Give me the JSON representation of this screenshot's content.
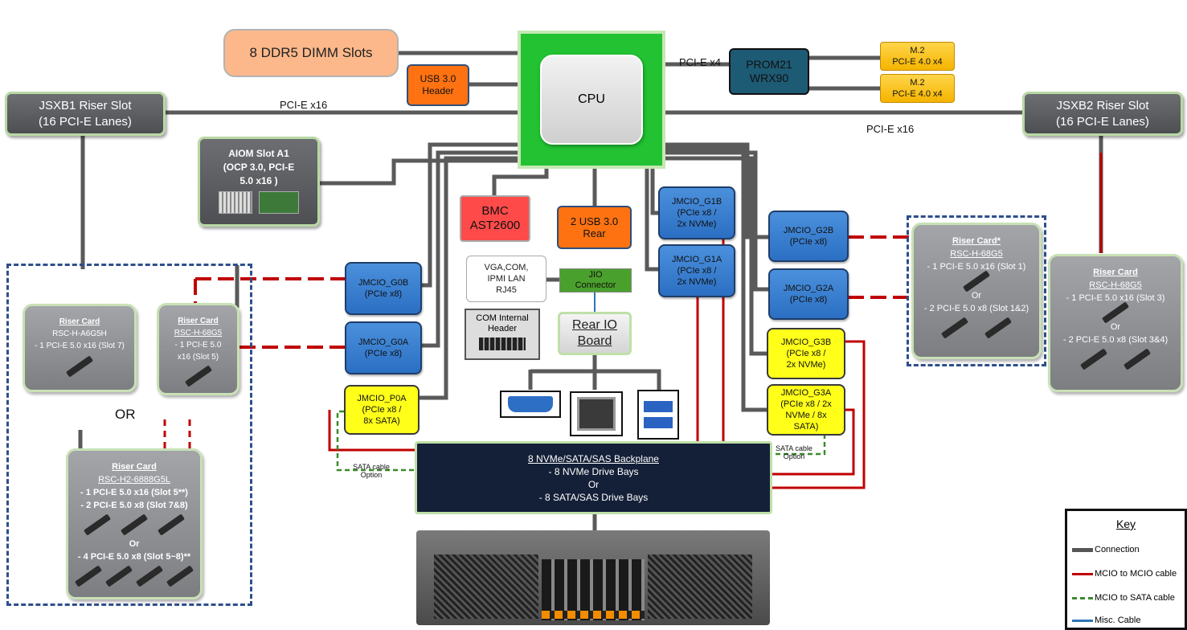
{
  "cpu": {
    "label": "CPU"
  },
  "dimm": {
    "label": "8 DDR5 DIMM Slots"
  },
  "usb_header": {
    "label": "USB 3.0 Header"
  },
  "prom": {
    "line1": "PROM21",
    "line2": "WRX90"
  },
  "m2": [
    {
      "line1": "M.2",
      "line2": "PCI-E 4.0 x4"
    },
    {
      "line1": "M.2",
      "line2": "PCI-E 4.0 x4"
    }
  ],
  "jsxb1": {
    "line1": "JSXB1 Riser Slot",
    "line2": "(16 PCI-E Lanes)"
  },
  "jsxb2": {
    "line1": "JSXB2 Riser Slot",
    "line2": "(16 PCI-E Lanes)"
  },
  "links": {
    "pcie_x16_left": "PCI-E x16",
    "pcie_x16_right": "PCI-E x16",
    "pcie_x4": "PCI-E x4"
  },
  "aiom": {
    "line1": "AIOM Slot A1",
    "line2": "(OCP 3.0, PCI-E",
    "line3": "5.0 x16 )"
  },
  "bmc": {
    "line1": "BMC",
    "line2": "AST2600"
  },
  "usb_rear": {
    "line1": "2 USB 3.0",
    "line2": "Rear"
  },
  "vga": {
    "line1": "VGA,COM,",
    "line2": "IPMI LAN",
    "line3": "RJ45"
  },
  "jio": {
    "line1": "JIO",
    "line2": "Connector"
  },
  "com_header": {
    "line1": "COM Internal",
    "line2": "Header"
  },
  "rear_io": {
    "line1": "Rear IO",
    "line2": "Board"
  },
  "jmcio": {
    "g0b": {
      "name": "JMCIO_G0B",
      "desc": "(PCIe x8)"
    },
    "g0a": {
      "name": "JMCIO_G0A",
      "desc": "(PCIe x8)"
    },
    "p0a": {
      "name": "JMCIO_P0A",
      "line2": "(PCIe x8 /",
      "line3": "8x SATA)"
    },
    "g1b": {
      "name": "JMCIO_G1B",
      "line2": "(PCIe x8 /",
      "line3": "2x NVMe)"
    },
    "g1a": {
      "name": "JMCIO_G1A",
      "line2": "(PCIe x8 /",
      "line3": "2x NVMe)"
    },
    "g2b": {
      "name": "JMCIO_G2B",
      "desc": "(PCIe x8)"
    },
    "g2a": {
      "name": "JMCIO_G2A",
      "desc": "(PCIe x8)"
    },
    "g3b": {
      "name": "JMCIO_G3B",
      "line2": "(PCIe x8 /",
      "line3": "2x NVMe)"
    },
    "g3a": {
      "name": "JMCIO_G3A",
      "line2": "(PCIe x8 / 2x",
      "line3": "NVMe / 8x",
      "line4": "SATA)"
    }
  },
  "backplane": {
    "line1": "8 NVMe/SATA/SAS Backplane",
    "line2": "-   8 NVMe Drive Bays",
    "line3": "Or",
    "line4": "-   8 SATA/SAS Drive Bays"
  },
  "sata_opt_left": {
    "line1": "SATA cable",
    "line2": "Option"
  },
  "sata_opt_right": {
    "line1": "SATA cable",
    "line2": "Option"
  },
  "or_label": "OR",
  "riser_a6g5h": {
    "title": "Riser Card",
    "model": "RSC-H-A6G5H",
    "line1": "-   1 PCI-E 5.0 x16 (Slot 7)"
  },
  "riser_68g5_left": {
    "title": "Riser Card",
    "model": "RSC-H-68G5",
    "line1": "- 1 PCI-E 5.0",
    "line2": "x16 (Slot 5)"
  },
  "riser_6888": {
    "title": "Riser Card",
    "model": "RSC-H2-6888G5L",
    "line1": "-   1 PCI-E 5.0 x16 (Slot 5**)",
    "line2": "-   2 PCI-E 5.0 x8 (Slot 7&8)",
    "or": "Or",
    "line3": "-   4 PCI-E 5.0 x8 (Slot 5~8)**"
  },
  "riser_68g5_mid": {
    "title": "Riser Card*",
    "model": "RSC-H-68G5",
    "line1": "-   1 PCI-E 5.0 x16 (Slot 1)",
    "or": "Or",
    "line2": "-   2 PCI-E 5.0 x8 (Slot 1&2)"
  },
  "riser_68g5_right": {
    "title": "Riser Card",
    "model": "RSC-H-68G5",
    "line1": "-   1 PCI-E 5.0 x16 (Slot 3)",
    "or": "Or",
    "line2": "-   2 PCI-E 5.0 x8 (Slot 3&4)"
  },
  "key": {
    "title": "Key",
    "items": [
      {
        "label": "Connection",
        "color": "#555555"
      },
      {
        "label": "MCIO to MCIO cable",
        "color": "#c00000"
      },
      {
        "label": "MCIO to SATA cable",
        "color": "#3a8a2a"
      },
      {
        "label": "Misc. Cable",
        "color": "#2e75b6"
      }
    ]
  }
}
